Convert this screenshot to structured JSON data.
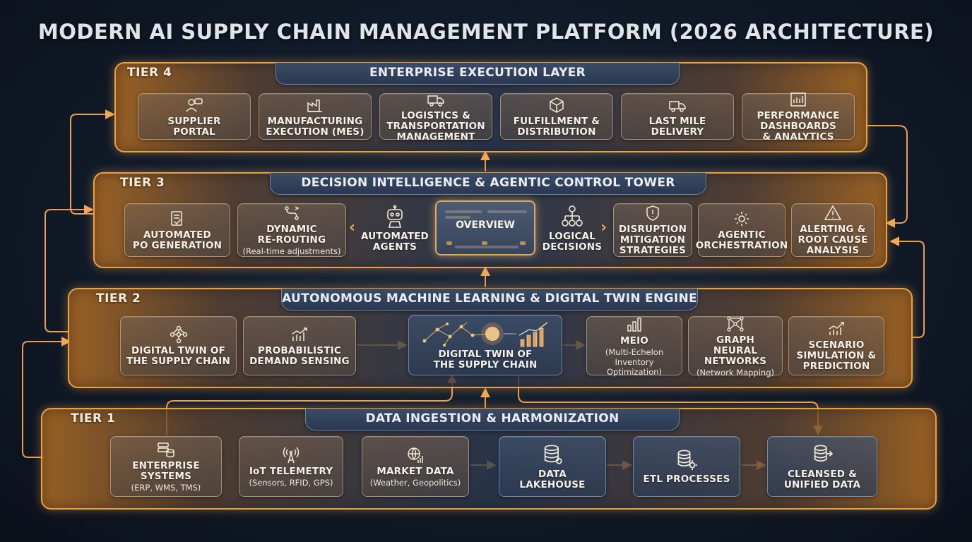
{
  "title": "MODERN AI SUPPLY CHAIN MANAGEMENT PLATFORM (2026 ARCHITECTURE)",
  "accent_color": "#e6a24a",
  "tiers": {
    "t4": {
      "label": "TIER 4",
      "title": "ENTERPRISE EXECUTION LAYER",
      "cards": [
        {
          "label": "SUPPLIER\nPORTAL",
          "icon": "user-chat-icon"
        },
        {
          "label": "MANUFACTURING\nEXECUTION (MES)",
          "icon": "factory-icon"
        },
        {
          "label": "LOGISTICS &\nTRANSPORTATION\nMANAGEMENT",
          "icon": "truck-icon"
        },
        {
          "label": "FULFILLMENT &\nDISTRIBUTION",
          "icon": "box-icon"
        },
        {
          "label": "LAST MILE\nDELIVERY",
          "icon": "delivery-truck-icon"
        },
        {
          "label": "PERFORMANCE\nDASHBOARDS\n& ANALYTICS",
          "icon": "bar-chart-icon"
        }
      ]
    },
    "t3": {
      "label": "TIER 3",
      "title": "DECISION INTELLIGENCE & AGENTIC CONTROL TOWER",
      "cards": [
        {
          "label": "AUTOMATED\nPO GENERATION",
          "sub": "",
          "icon": "document-check-icon"
        },
        {
          "label": "DYNAMIC\nRE-ROUTING",
          "sub": "(Real-time adjustments)",
          "icon": "route-icon"
        },
        {
          "label": "DISRUPTION\nMITIGATION\nSTRATEGIES",
          "sub": "",
          "icon": "shield-alert-icon"
        },
        {
          "label": "AGENTIC\nORCHESTRATION",
          "sub": "",
          "icon": "gear-icon"
        },
        {
          "label": "ALERTING &\nROOT CAUSE\nANALYSIS",
          "sub": "",
          "icon": "warning-icon"
        }
      ],
      "agents_label": "AUTOMATED\nAGENTS",
      "overview_label": "OVERVIEW",
      "decisions_label": "LOGICAL\nDECISIONS"
    },
    "t2": {
      "label": "TIER 2",
      "title": "AUTONOMOUS MACHINE LEARNING & DIGITAL TWIN ENGINE",
      "cards": [
        {
          "label": "DIGITAL TWIN OF\nTHE SUPPLY CHAIN",
          "sub": "",
          "icon": "network-icon"
        },
        {
          "label": "PROBABILISTIC\nDEMAND SENSING",
          "sub": "",
          "icon": "trend-chart-icon"
        },
        {
          "label": "DIGITAL TWIN OF\nTHE SUPPLY CHAIN",
          "sub": "",
          "icon": "neural-core-icon"
        },
        {
          "label": "MEIO",
          "sub": "(Multi-Echelon\nInventory Optimization)",
          "icon": "bar-chart-icon"
        },
        {
          "label": "GRAPH NEURAL\nNETWORKS",
          "sub": "(Network Mapping)",
          "icon": "graph-icon"
        },
        {
          "label": "SCENARIO\nSIMULATION &\nPREDICTION",
          "sub": "",
          "icon": "trend-chart-icon"
        }
      ]
    },
    "t1": {
      "label": "TIER 1",
      "title": "DATA INGESTION & HARMONIZATION",
      "cards": [
        {
          "label": "ENTERPRISE SYSTEMS",
          "sub": "(ERP, WMS, TMS)",
          "icon": "server-db-icon"
        },
        {
          "label": "IoT TELEMETRY",
          "sub": "(Sensors, RFID, GPS)",
          "icon": "antenna-icon"
        },
        {
          "label": "MARKET DATA",
          "sub": "(Weather, Geopolitics)",
          "icon": "globe-chart-icon"
        },
        {
          "label": "DATA LAKEHOUSE",
          "sub": "",
          "icon": "database-icon"
        },
        {
          "label": "ETL PROCESSES",
          "sub": "",
          "icon": "database-gear-icon"
        },
        {
          "label": "CLEANSED &\nUNIFIED DATA",
          "sub": "",
          "icon": "database-arrow-icon"
        }
      ]
    }
  }
}
